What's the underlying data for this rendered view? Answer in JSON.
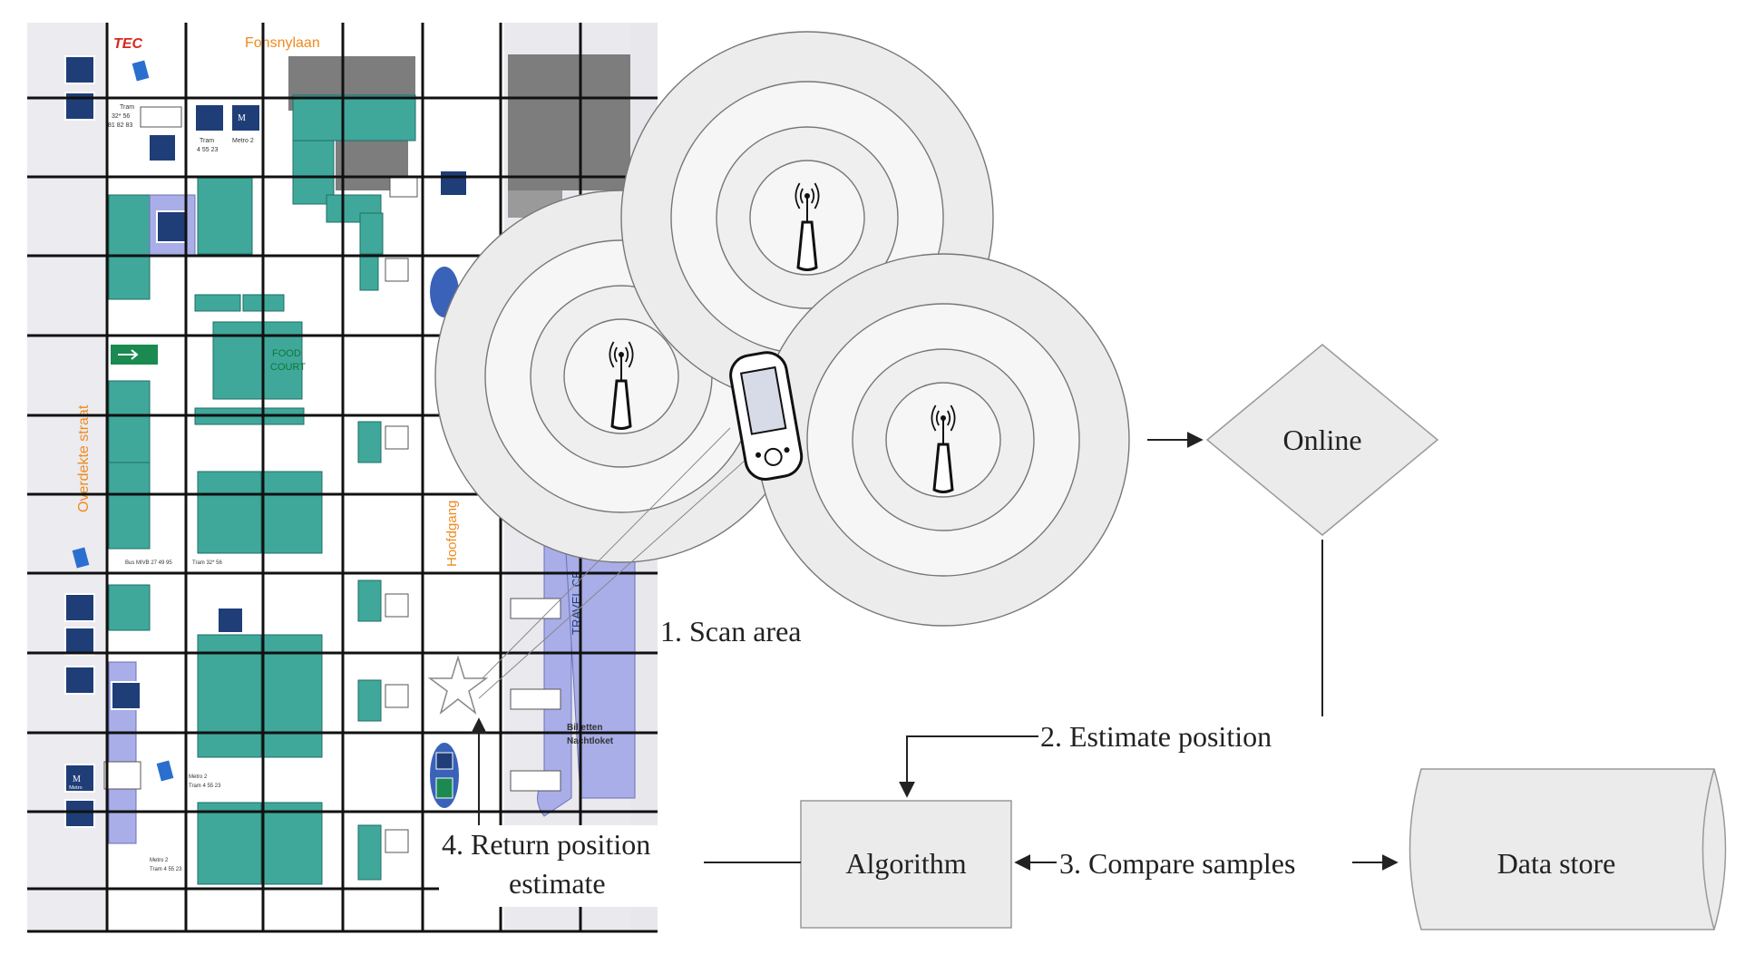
{
  "map": {
    "brand": "TEC",
    "street_top": "Fonsnylaan",
    "street_left": "Overdekte straat",
    "main_corridor": "Hoofdgang",
    "food_court_line1": "FOOD",
    "food_court_line2": "COURT",
    "travel_centre": "TRAVEL CE",
    "ticket_line1": "Biljetten",
    "ticket_line2": "Nachtloket",
    "tram_label": "Tram",
    "tram_lines": "32* 56",
    "tram_lines_2": "81 82 83",
    "tram2_label": "Tram",
    "tram2_lines": "4 55 23",
    "metro_label": "Metro 2",
    "bus_label": "Bus MIVB 27 49 95",
    "tram3_label": "Tram 32* 56",
    "metro2_label": "Metro 2",
    "metro2_tram": "Tram 4 55 23",
    "metro3_label": "Metro 2",
    "metro3_tram": "Tram 4 55 23",
    "metro_icon": "M",
    "metro_icon_sub": "Metro"
  },
  "steps": {
    "scan": "1. Scan area",
    "estimate": "2. Estimate position",
    "compare": "3. Compare samples",
    "return_line1": "4. Return position",
    "return_line2": "estimate"
  },
  "nodes": {
    "online": "Online",
    "algorithm": "Algorithm",
    "datastore": "Data store"
  },
  "icons": {
    "access_points": [
      "wifi-antenna-icon",
      "wifi-antenna-icon",
      "wifi-antenna-icon"
    ],
    "device": "handheld-device-icon",
    "position": "star-marker-icon"
  },
  "colors": {
    "teal": "#3fa89b",
    "lavender": "#a9aee8",
    "orange": "#f08a1c",
    "navy": "#1f3e78",
    "tec_red": "#d9261c",
    "grey": "#7d7d7d"
  }
}
